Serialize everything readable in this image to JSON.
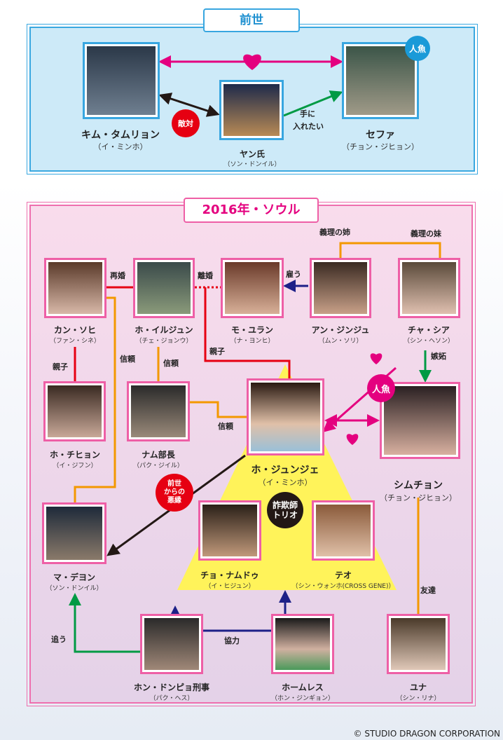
{
  "past": {
    "title": "前世",
    "mermaid": "人魚",
    "enemy": "敵対",
    "want": "手に",
    "want2": "入れたい",
    "people": [
      {
        "name": "キム・タムリョン",
        "actor": "（イ・ミンホ）"
      },
      {
        "name": "ヤン氏",
        "actor": "（ソン・ドンイル）"
      },
      {
        "name": "セファ",
        "actor": "（チョン・ジヒョン）"
      }
    ]
  },
  "present": {
    "title": "2016年・ソウル",
    "mermaid": "人魚",
    "trio": "詐欺師",
    "trio2": "トリオ",
    "karma": [
      "前世",
      "からの",
      "悪縁"
    ],
    "labels": {
      "remarry": "再婚",
      "divorce": "離婚",
      "hire": "雇う",
      "sister_in_law_elder": "義理の姉",
      "sister_in_law_younger": "義理の妹",
      "parent_child1": "親子",
      "parent_child2": "親子",
      "trust1": "信頼",
      "trust2": "信頼",
      "trust3": "信頼",
      "jealousy": "嫉妬",
      "cooperate": "協力",
      "chase": "追う",
      "friends": "友達"
    },
    "people": [
      {
        "name": "カン・ソヒ",
        "actor": "（ファン・シネ）"
      },
      {
        "name": "ホ・イルジュン",
        "actor": "（チェ・ジョンウ）"
      },
      {
        "name": "モ・ユラン",
        "actor": "（ナ・ヨンヒ）"
      },
      {
        "name": "アン・ジンジュ",
        "actor": "（ムン・ソリ）"
      },
      {
        "name": "チャ・シア",
        "actor": "（シン・ヘソン）"
      },
      {
        "name": "ホ・チヒョン",
        "actor": "（イ・ジフン）"
      },
      {
        "name": "ナム部長",
        "actor": "（パク・ジイル）"
      },
      {
        "name": "ホ・ジュンジェ",
        "actor": "（イ・ミンホ）"
      },
      {
        "name": "シムチョン",
        "actor": "（チョン・ジヒョン）"
      },
      {
        "name": "マ・デヨン",
        "actor": "（ソン・ドンイル）"
      },
      {
        "name": "チョ・ナムドゥ",
        "actor": "（イ・ヒジュン）"
      },
      {
        "name": "テオ",
        "actor": "（シン・ウォンホ(CROSS GENE)）"
      },
      {
        "name": "ホン・ドンピョ刑事",
        "actor": "（パク・ヘス）"
      },
      {
        "name": "ホームレス",
        "actor": "（ホン・ジンギョン）"
      },
      {
        "name": "ユナ",
        "actor": "（シン・リナ）"
      }
    ]
  },
  "copyright": "© STUDIO DRAGON CORPORATION",
  "colors": {
    "blue": "#38a6e0",
    "pink": "#ee5fa6",
    "red": "#e60012",
    "orange": "#f39800",
    "navy": "#1d2088",
    "green": "#009a44",
    "magenta": "#e4007f",
    "yellow": "#fff35a"
  }
}
